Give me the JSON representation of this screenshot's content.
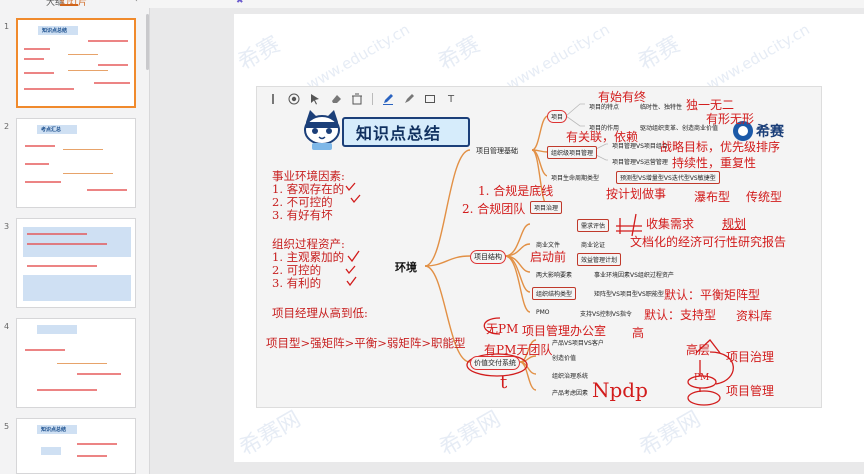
{
  "sidebar": {
    "tabs": [
      "大纲",
      "幻灯片"
    ],
    "collapse_icon": "chevron-left-icon",
    "slides": [
      {
        "number": "1",
        "selected": true
      },
      {
        "number": "2",
        "selected": false
      },
      {
        "number": "3",
        "selected": false
      },
      {
        "number": "4",
        "selected": false
      },
      {
        "number": "5",
        "selected": false
      }
    ],
    "thumb_labels": {
      "slide1_title": "知识点总结",
      "slide2_title": "考点汇总",
      "slide5_title": "知识点总结"
    }
  },
  "watermarks": {
    "brand": "希赛",
    "url": "www.educity.cn",
    "site": "希赛网"
  },
  "toolbar": {
    "tools": [
      "drag-handle-icon",
      "record-icon",
      "pointer-icon",
      "eraser-icon",
      "clear-icon",
      "pen-icon",
      "highlighter-icon",
      "rectangle-icon",
      "text-icon"
    ],
    "text_tool_label": "T"
  },
  "slide": {
    "banner_title": "知识点总结",
    "logo_text": "希赛",
    "center": "环境",
    "left_notes": [
      "事业环境因素:",
      "1. 客观存在的",
      "2. 不可控的",
      "3. 有好有坏",
      "组织过程资产:",
      "1. 主观累加的",
      "2. 可控的",
      "3. 有利的",
      "项目经理从高到低:",
      "项目型>强矩阵>平衡>弱矩阵>职能型"
    ],
    "nodes": {
      "pm_basis": "项目管理基础",
      "project_structure": "项目结构",
      "value_system": "价值交付系统",
      "project": "项目",
      "proj_feature": "项目的特点",
      "feature_val": "临时性、独特性",
      "proj_role": "项目的作用",
      "role_val": "驱动组织变革、创造商业价值",
      "org_project_mgmt": "组织级项目管理",
      "opm_val1": "项目管理VS项目组合",
      "opm_val2": "项目管理VS运营管理",
      "lifecycle": "项目生命周期类型",
      "lifecycle_val": "预测型VS增量型VS迭代型VS敏捷型",
      "governance": "项目治理",
      "needs": "需求评估",
      "business_docs": "商业文件",
      "business_case": "商业论证",
      "benefits_plan": "效益管理计划",
      "two_env": "两大影响要素",
      "env_val": "事业环境因素VS组织过程资产",
      "org_structure": "组织结构类型",
      "org_val": "矩阵型VS项目型VS职能型",
      "pmo": "PMO",
      "pmo_val": "支持VS控制VS指令",
      "product_mgmt": "产品VS项目VS客户",
      "value_create": "创造价值",
      "org_gov_sys": "组织治理系统",
      "product_elem": "产品考虑因素"
    },
    "handwriting": {
      "start_end": "有始有终",
      "unique": "独一无二",
      "tangible": "有形无形",
      "related": "有关联，依赖",
      "strategy": "战略目标，优先级排序",
      "sustain": "持续性，重复性",
      "plan_work": "按计划做事",
      "waterfall": "瀑布型",
      "traditional": "传统型",
      "compliance": "1. 合规是底线",
      "team": "2. 合规团队",
      "ne": "≠",
      "collect": "收集需求",
      "plan": "规划",
      "feasibility": "文档化的经济可行性研究报告",
      "startup": "启动前",
      "default_matrix": "默认：平衡矩阵型",
      "default_support": "默认：支持型",
      "library": "资料库",
      "no_pm": "无PM",
      "pmo_office": "项目管理办公室",
      "high": "高",
      "pm_no_team": "有PM无团队",
      "senior": "高层",
      "pm": "PM",
      "gov": "项目治理",
      "pm_mgmt": "项目管理",
      "npdp": "Npdp",
      "t": "t"
    }
  }
}
